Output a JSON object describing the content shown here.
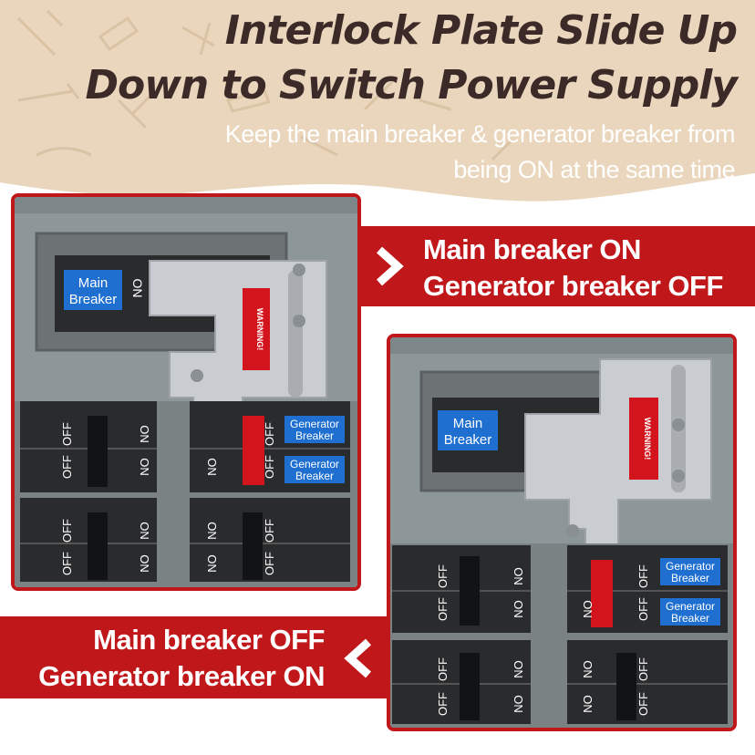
{
  "header": {
    "title_line_1": "Interlock Plate Slide Up",
    "title_line_2": "Down to Switch Power Supply",
    "subtitle_line_1": "Keep the main breaker & generator breaker from",
    "subtitle_line_2": "being ON at the same time"
  },
  "state_top": {
    "line_1": "Main breaker ON",
    "line_2": "Generator breaker OFF"
  },
  "state_bottom": {
    "line_1": "Main breaker OFF",
    "line_2": "Generator breaker ON"
  },
  "labels": {
    "main_breaker_1": "Main",
    "main_breaker_2": "Breaker",
    "generator_1": "Generator",
    "generator_2": "Breaker",
    "on": "ON",
    "off": "OFF",
    "warning": "WARNING!"
  },
  "colors": {
    "background_tan": "#e9d6bc",
    "accent_red": "#c0171b",
    "title_brown": "#3b2a28",
    "panel_gray": "#8d9799",
    "breaker_black": "#2a2b2d",
    "label_blue": "#1f6fd1",
    "handle_red": "#d3141d",
    "plate_silver": "#c9ccd0"
  },
  "icons": {
    "chevron_right": "chevron-right-icon",
    "chevron_left": "chevron-left-icon"
  }
}
